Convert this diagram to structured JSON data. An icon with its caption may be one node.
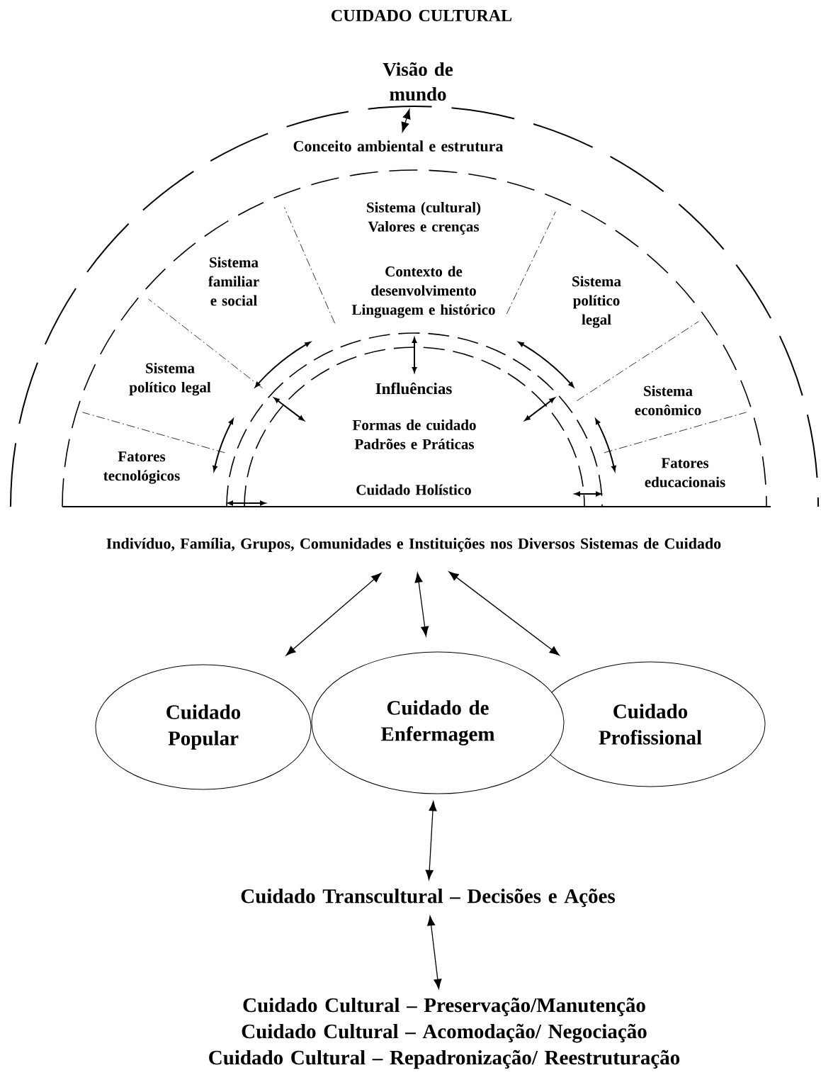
{
  "diagram": {
    "title": "CUIDADO CULTURAL",
    "nodes": [
      {
        "text": [
          "Visão de mundo"
        ]
      },
      {
        "text": [
          "Conceito ambiental e estrutura"
        ]
      },
      {
        "text": [
          "Indivíduo, Família, Grupos, Comunidades e Instituições nos Diversos Sistemas de Cuidado"
        ]
      },
      {
        "text": [
          "Cuidado Popular"
        ]
      },
      {
        "text": [
          "Cuidado de Enfermagem"
        ]
      },
      {
        "text": [
          "Cuidado Profissional"
        ]
      },
      {
        "text": [
          "Cuidado Transcultural – Decisões e Ações"
        ]
      },
      {
        "text": [
          "Cuidado Cultural – Preservação/Manutenção",
          "Cuidado Cultural – Acomodação/ Negociação",
          "Cuidado Cultural – Repadronização/ Reestruturação"
        ]
      }
    ],
    "edges": [
      {
        "from": 0,
        "to": 1,
        "arrow": "both"
      },
      {
        "from": 2,
        "to": 3,
        "arrow": "both"
      },
      {
        "from": 2,
        "to": 4,
        "arrow": "both"
      },
      {
        "from": 2,
        "to": 5,
        "arrow": "both"
      },
      {
        "from": 4,
        "to": 6,
        "arrow": "both"
      },
      {
        "from": 6,
        "to": 7,
        "arrow": "both"
      }
    ],
    "labels": [
      "Sistema (cultural) Valores e crenças",
      "Sistema familiar e social",
      "Contexto de desenvolvimento Linguagem e histórico",
      "Sistema político legal",
      "Sistema político legal",
      "Influências",
      "Sistema econômico",
      "Formas de cuidado Padrões e Práticas",
      "Fatores tecnológicos",
      "Fatores educacionais",
      "Cuidado Holístico"
    ]
  }
}
